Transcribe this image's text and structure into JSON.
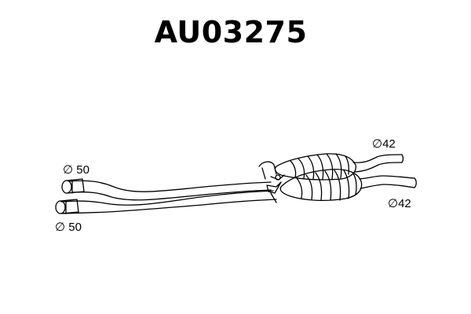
{
  "part_number": "AU03275",
  "dimensions": {
    "left_top": "∅ 50",
    "left_bottom": "∅ 50",
    "right_top": "∅42",
    "right_bottom": "∅42"
  },
  "colors": {
    "line": "#000000",
    "background": "#ffffff"
  }
}
